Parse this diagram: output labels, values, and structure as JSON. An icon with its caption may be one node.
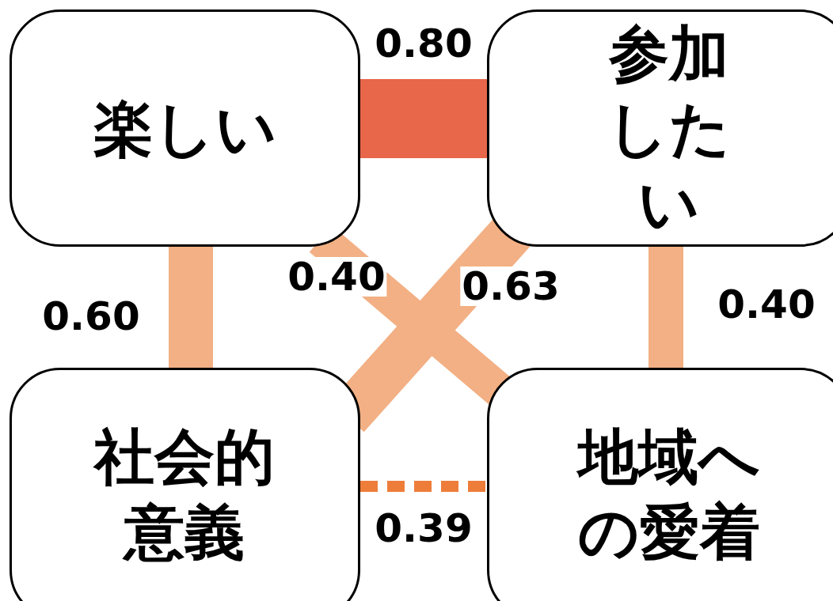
{
  "diagram": {
    "nodes": [
      {
        "text": [
          "楽しい"
        ]
      },
      {
        "text": [
          "参加したい"
        ]
      },
      {
        "text": [
          "社会的意義"
        ]
      },
      {
        "text": [
          "地域への愛着"
        ]
      }
    ],
    "edges": [
      {
        "from": 0,
        "to": 1,
        "arrow": "none",
        "label": "0.80",
        "style": "thick",
        "color": "#e8664a"
      },
      {
        "from": 0,
        "to": 2,
        "arrow": "none",
        "label": "0.60"
      },
      {
        "from": 0,
        "to": 3,
        "arrow": "none",
        "label": "0.40"
      },
      {
        "from": 1,
        "to": 2,
        "arrow": "none",
        "label": "0.63"
      },
      {
        "from": 1,
        "to": 3,
        "arrow": "none",
        "label": "0.40"
      },
      {
        "from": 2,
        "to": 3,
        "arrow": "none",
        "label": "0.39",
        "style": "dashed",
        "color": "#ee7d3a"
      }
    ]
  }
}
